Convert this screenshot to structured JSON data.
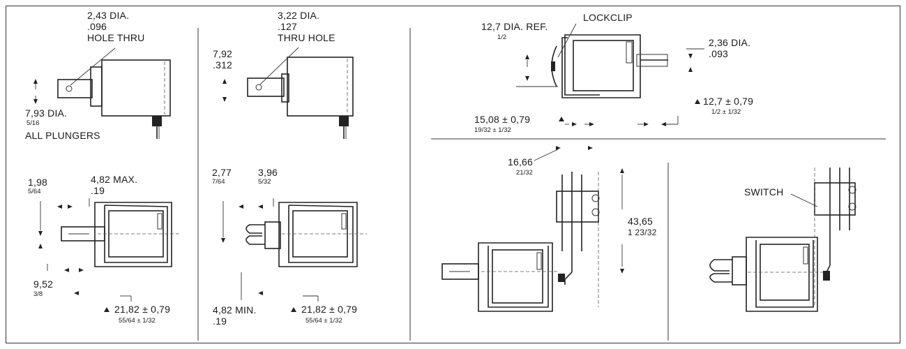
{
  "views": {
    "top_left": {
      "hole_dia_mm": "2,43 DIA.",
      "hole_dia_in": ".096",
      "hole_note": "HOLE THRU",
      "plunger_dia_mm": "7,93 DIA.",
      "plunger_dia_in": "5/16",
      "plunger_note": "ALL PLUNGERS"
    },
    "top_middle": {
      "hole_dia_mm": "3,22 DIA.",
      "hole_dia_in": ".127",
      "hole_note": "THRU HOLE",
      "height_mm": "7,92",
      "height_in": ".312"
    },
    "top_right": {
      "ref_dia_mm": "12,7 DIA. REF.",
      "ref_dia_in": "1/2",
      "lockclip": "LOCKCLIP",
      "shaft_dia_mm": "2,36 DIA.",
      "shaft_dia_in": ".093",
      "left_dim_mm": "15,08 ± 0,79",
      "left_dim_in": "19/32 ± 1/32",
      "right_dim_mm": "12,7 ± 0,79",
      "right_dim_in": "1/2 ± 1/32"
    },
    "bottom_left": {
      "dim_a_mm": "1,98",
      "dim_a_in": "5/64",
      "dim_b_mm": "4,82 MAX.",
      "dim_b_in": ".19",
      "dim_c_mm": "9,52",
      "dim_c_in": "3/8",
      "stroke_mm": "21,82 ± 0,79",
      "stroke_in": "55/64 ± 1/32"
    },
    "bottom_middle": {
      "dim_a_mm": "2,77",
      "dim_a_in": "7/64",
      "dim_b_mm": "3,96",
      "dim_b_in": "5/32",
      "dim_c_mm": "4,82 MIN.",
      "dim_c_in": ".19",
      "stroke_mm": "21,82 ± 0,79",
      "stroke_in": "55/64 ± 1/32"
    },
    "bottom_right_a": {
      "width_mm": "16,66",
      "width_in": "21/32",
      "height_mm": "43,65",
      "height_in": "1 23/32"
    },
    "bottom_right_b": {
      "switch_label": "SWITCH"
    }
  }
}
